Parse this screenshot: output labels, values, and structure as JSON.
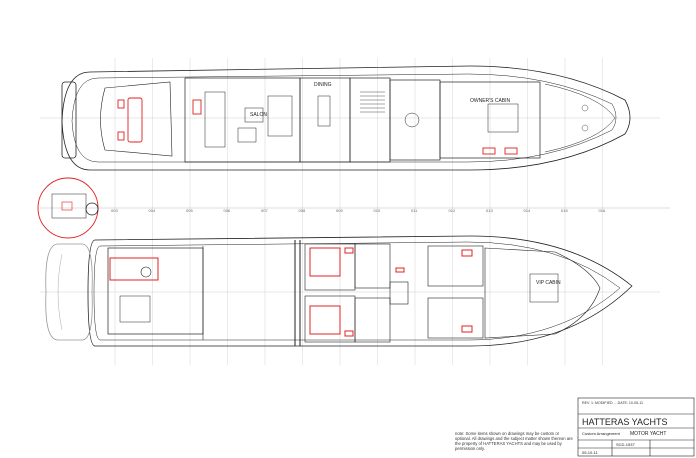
{
  "drawing": {
    "labels": {
      "salon": "SALON",
      "dining": "DINING",
      "owners_cabin": "OWNER'S CABIN",
      "vip_cabin": "VIP CABIN"
    },
    "stations": [
      "003",
      "004",
      "005",
      "006",
      "007",
      "008",
      "009",
      "010",
      "011",
      "012",
      "013",
      "014",
      "015",
      "016"
    ],
    "colors": {
      "line": "#222222",
      "grid": "#cfcfcf",
      "accent": "#e02020"
    }
  },
  "title_block": {
    "revision_line": "REV. 1: MODIFIED ... DATE: 10-05-11",
    "company": "HATTERAS YACHTS",
    "vessel": "MOTOR YACHT",
    "subtitle": "Custom Arrangement",
    "number": "SCD-1537",
    "date": "05-10-11"
  },
  "note": "note: Some items shown on drawings may be custom or optional. All drawings and the subject matter shown thereon are the property of HATTERAS YACHTS and may be used by permission only."
}
